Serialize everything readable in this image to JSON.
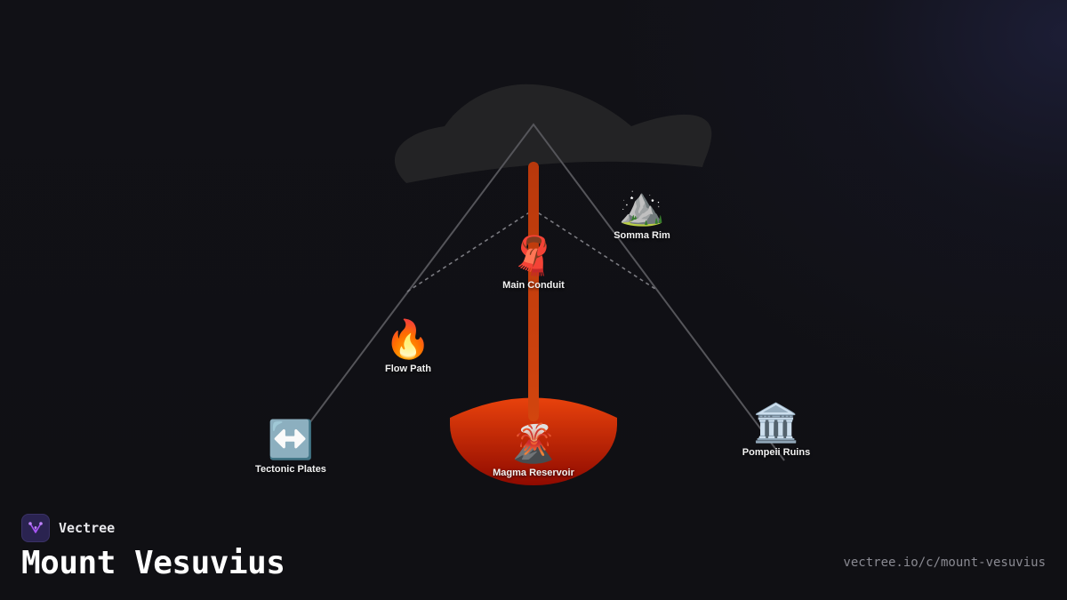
{
  "brand": {
    "name": "Vectree",
    "logo_icon": "vectree-logo-icon",
    "accent_color": "#a855f7"
  },
  "title": "Mount Vesuvius",
  "url": "vectree.io/c/mount-vesuvius",
  "colors": {
    "background": "#101015",
    "ash_cloud": "#232325",
    "conduit": "#c2410c",
    "magma_top": "#e8420c",
    "magma_bottom": "#8f0a00",
    "outline": "#55555a"
  },
  "nodes": [
    {
      "id": "somma-rim",
      "label": "Somma Rim",
      "icon": "⛰️",
      "icon_name": "mountain-icon"
    },
    {
      "id": "main-conduit",
      "label": "Main Conduit",
      "icon": "🧣",
      "icon_name": "scarf-icon"
    },
    {
      "id": "flow-path",
      "label": "Flow Path",
      "icon": "🔥",
      "icon_name": "fire-icon"
    },
    {
      "id": "tectonic-plates",
      "label": "Tectonic Plates",
      "icon": "↔️",
      "icon_name": "left-right-arrow-icon"
    },
    {
      "id": "magma-reservoir",
      "label": "Magma Reservoir",
      "icon": "🌋",
      "icon_name": "volcano-icon"
    },
    {
      "id": "pompeii-ruins",
      "label": "Pompeii Ruins",
      "icon": "🏛️",
      "icon_name": "classical-building-icon"
    }
  ]
}
